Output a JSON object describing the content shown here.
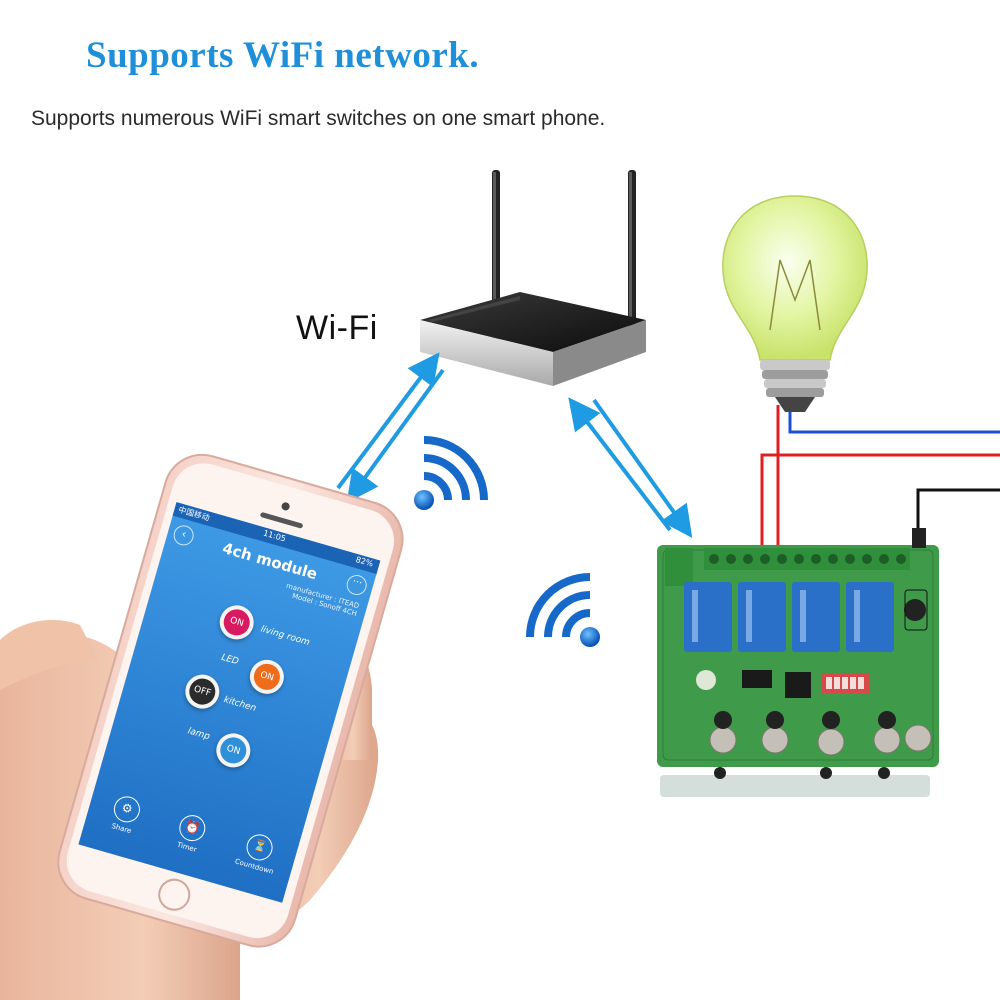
{
  "header": {
    "title": "Supports WiFi network.",
    "subtitle": "Supports numerous WiFi smart switches on one smart phone."
  },
  "router": {
    "label": "Wi-Fi"
  },
  "phone": {
    "status_left": "中国移动",
    "status_time": "11:05",
    "status_right": "82%",
    "app_title": "4ch module",
    "meta_line1": "manufacturer : ITEAD",
    "meta_line2": "Model : Sonoff 4CH",
    "switches": [
      {
        "state": "ON",
        "label": "living room",
        "color": "#d81b60"
      },
      {
        "state": "ON",
        "label": "LED",
        "color": "#ef6c1a"
      },
      {
        "state": "OFF",
        "label": "kitchen",
        "color": "#2b2b2b"
      },
      {
        "state": "ON",
        "label": "lamp",
        "color": "#2f8fd8"
      }
    ],
    "tabs": [
      "Share",
      "Timer",
      "Countdown"
    ]
  },
  "colors": {
    "accent": "#1e8fd9",
    "arrow": "#1e9be3",
    "wire_red": "#e02020",
    "wire_blue": "#1a4fd6",
    "wire_black": "#111111",
    "board_green": "#3f9a4a",
    "relay_blue": "#2a6fc8",
    "app_bg": "#2b86d6"
  },
  "icons": [
    "router-icon",
    "wifi-signal-icon",
    "light-bulb-icon",
    "relay-board-icon",
    "smartphone-icon",
    "hand-icon",
    "share-icon",
    "timer-icon",
    "countdown-icon"
  ]
}
